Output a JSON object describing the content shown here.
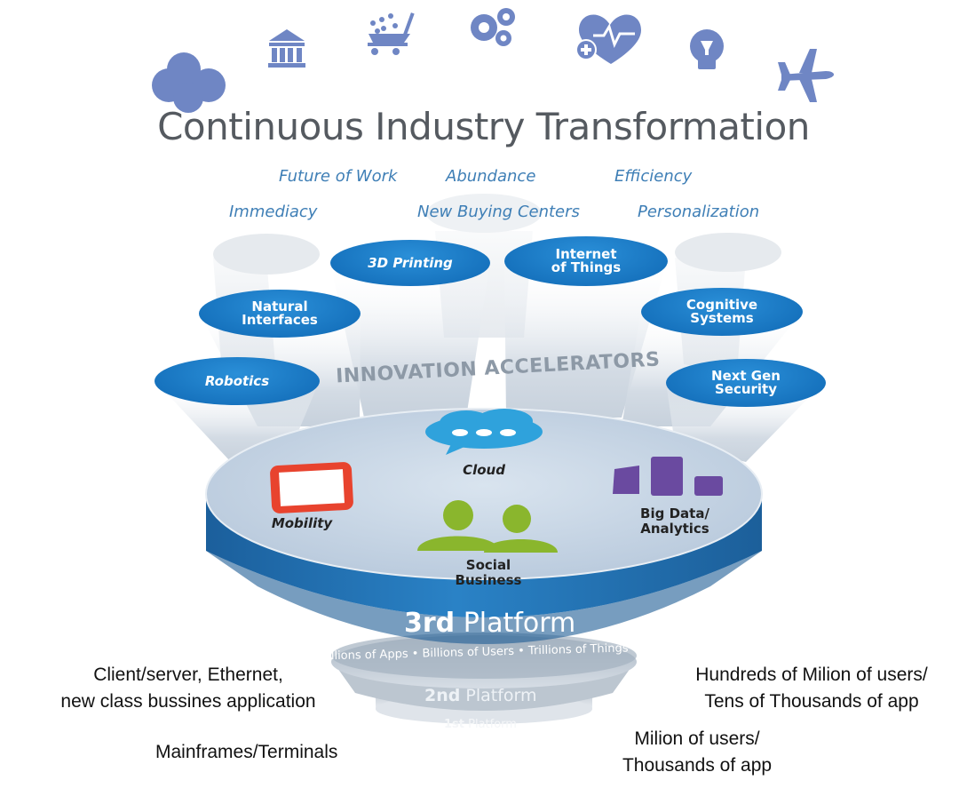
{
  "title": "Continuous Industry Transformation",
  "trends": {
    "future_of_work": "Future of Work",
    "abundance": "Abundance",
    "efficiency": "Efficiency",
    "immediacy": "Immediacy",
    "new_buying_centers": "New Buying Centers",
    "personalization": "Personalization"
  },
  "accelerators_heading": "INNOVATION ACCELERATORS",
  "accelerators": {
    "printing_3d": "3D Printing",
    "iot_line1": "Internet",
    "iot_line2": "of Things",
    "natural_line1": "Natural",
    "natural_line2": "Interfaces",
    "cognitive_line1": "Cognitive",
    "cognitive_line2": "Systems",
    "robotics": "Robotics",
    "security_line1": "Next Gen",
    "security_line2": "Security"
  },
  "pillars": {
    "cloud": "Cloud",
    "mobility": "Mobility",
    "bigdata_line1": "Big Data/",
    "bigdata_line2": "Analytics",
    "social_line1": "Social",
    "social_line2": "Business"
  },
  "platform3": {
    "bold": "3rd",
    "rest": "Platform",
    "subtitle": "Millions of Apps • Billions of Users • Trillions of Things"
  },
  "platform2": {
    "bold": "2nd",
    "rest": "Platform"
  },
  "platform1": {
    "bold": "1st",
    "rest": "Platform"
  },
  "side_notes": {
    "client_server_line1": "Client/server, Ethernet,",
    "client_server_line2": "new class bussines application",
    "hundreds_line1": "Hundreds of Milion of users/",
    "hundreds_line2": "Tens of Thousands of app",
    "mainframes": "Mainframes/Terminals",
    "milion_line1": "Milion of users/",
    "milion_line2": "Thousands of app"
  },
  "icons": [
    "currency-icon",
    "bank-icon",
    "shopping-cart-icon",
    "gears-icon",
    "health-icon",
    "lightbulb-icon",
    "airplane-icon"
  ],
  "colors": {
    "accent_blue": "#1a7bc4",
    "icon_blue": "#6a86c6",
    "trend_blue": "#3f7fb6",
    "mobility_red": "#e8432e",
    "social_green": "#8ab62d",
    "bigdata_purple": "#6a4aa0",
    "cloud_blue": "#2fa2dc"
  }
}
